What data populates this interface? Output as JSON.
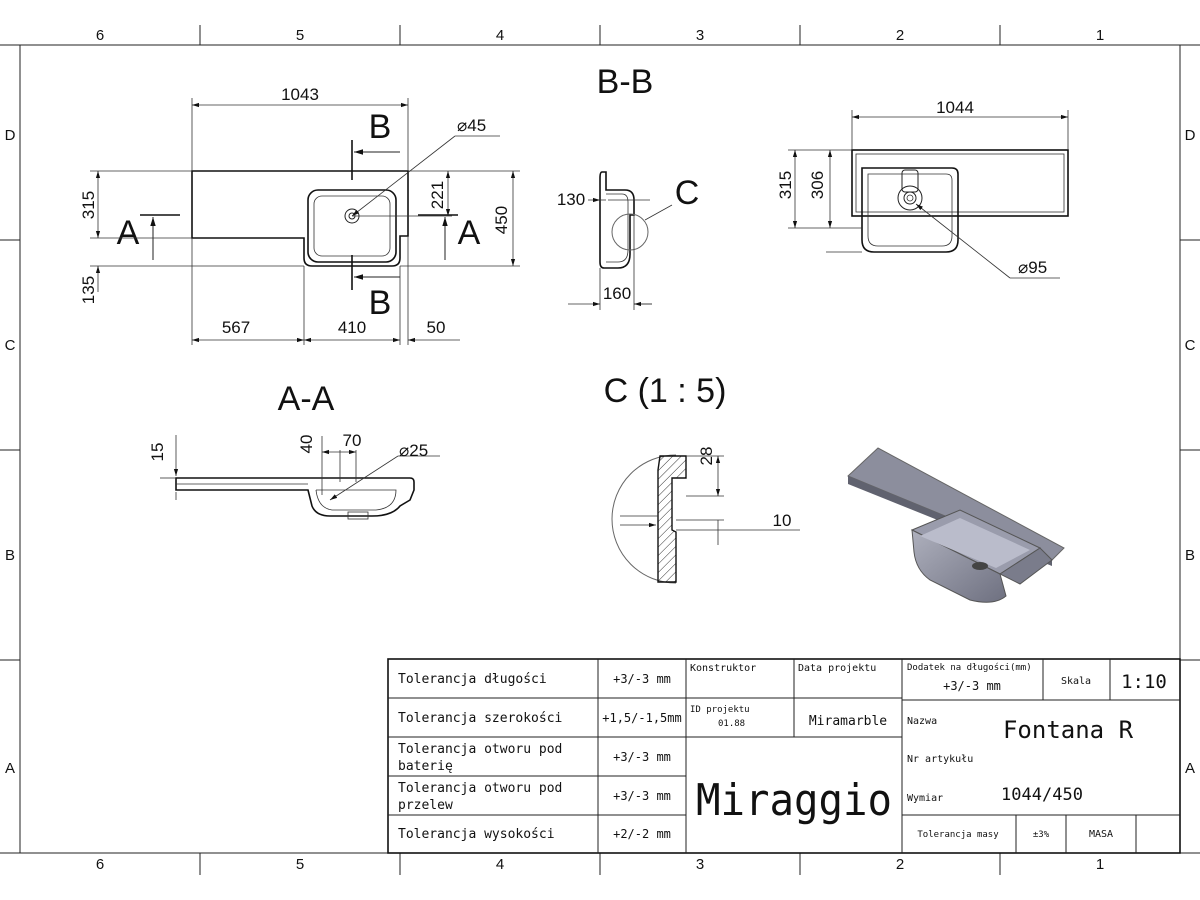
{
  "zones": {
    "columns": [
      "6",
      "5",
      "4",
      "3",
      "2",
      "1"
    ],
    "rows": [
      "D",
      "C",
      "B",
      "A"
    ]
  },
  "views": {
    "bb_title": "B-B",
    "aa_title": "A-A",
    "c_title": "C (1 : 5)",
    "cut_b": "B",
    "cut_a": "A",
    "detail_c": "C"
  },
  "dims": {
    "top_width": "1043",
    "dia_45": "⌀45",
    "h315": "315",
    "h135": "135",
    "h221": "221",
    "h450": "450",
    "w567": "567",
    "w410": "410",
    "w50": "50",
    "s130": "130",
    "s160": "160",
    "r1044": "1044",
    "r315": "315",
    "r306": "306",
    "dia_95": "⌀95",
    "a15": "15",
    "a40": "40",
    "a70": "70",
    "dia_25": "⌀25",
    "c28": "28",
    "c10": "10"
  },
  "title_block": {
    "tolerances": [
      {
        "label": "Tolerancja długości",
        "value": "+3/-3 mm"
      },
      {
        "label": "Tolerancja szerokości",
        "value": "+1,5/-1,5mm"
      },
      {
        "label": "Tolerancja otworu pod",
        "label2": "baterię",
        "value": "+3/-3 mm"
      },
      {
        "label": "Tolerancja otworu pod",
        "label2": "przelew",
        "value": "+3/-3 mm"
      },
      {
        "label": "Tolerancja wysokości",
        "value": "+2/-2 mm"
      }
    ],
    "konstruktor": "Konstruktor",
    "data_projektu": "Data projektu",
    "id_projektu": "ID projektu",
    "id_value": "01.88",
    "company_short": "Miramarble",
    "brand": "Miraggio",
    "dodatek": "Dodatek na długości(mm)",
    "dodatek_value": "+3/-3 mm",
    "skala_label": "Skala",
    "skala_value": "1:10",
    "nazwa_label": "Nazwa",
    "nazwa_value": "Fontana R",
    "nr_artykulu": "Nr artykułu",
    "wymiar_label": "Wymiar",
    "wymiar_value": "1044/450",
    "tol_masy": "Tolerancja masy",
    "tol_masy_value": "±3%",
    "masa": "MASA"
  }
}
